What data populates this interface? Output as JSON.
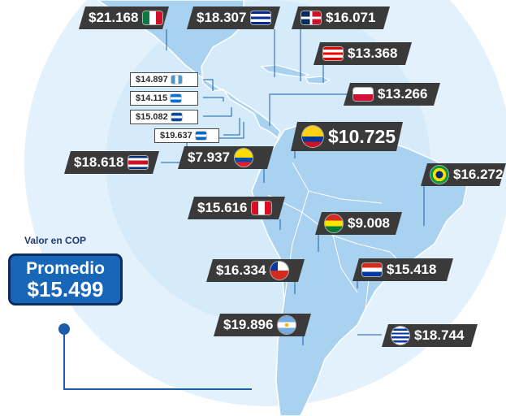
{
  "currency_caption": "Valor en COP",
  "average": {
    "title": "Promedio",
    "value": "$15.499"
  },
  "colors": {
    "ocean": "#dceefb",
    "land": "#a9d2f0",
    "border": "#ffffff",
    "label_bg": "#3a3a3a",
    "accent": "#1766b8",
    "connector": "#1b5da8"
  },
  "labels": [
    {
      "id": "mexico",
      "price": "$21.168",
      "flag": "mexico-flag",
      "flag_side": "right"
    },
    {
      "id": "cuba",
      "price": "$18.307",
      "flag": "cuba-flag",
      "flag_side": "right"
    },
    {
      "id": "dominican-republic",
      "price": "$16.071",
      "flag": "dominican-republic-flag",
      "flag_side": "left"
    },
    {
      "id": "puerto-rico",
      "price": "$13.368",
      "flag": "puerto-rico-flag",
      "flag_side": "left"
    },
    {
      "id": "panama",
      "price": "$13.266",
      "flag": "panama-flag",
      "flag_side": "left"
    },
    {
      "id": "guatemala",
      "price": "$14.897",
      "flag": "guatemala-flag",
      "flag_side": "right"
    },
    {
      "id": "honduras",
      "price": "$14.115",
      "flag": "honduras-flag",
      "flag_side": "right"
    },
    {
      "id": "el-salvador",
      "price": "$15.082",
      "flag": "el-salvador-flag",
      "flag_side": "right"
    },
    {
      "id": "nicaragua",
      "price": "$19.637",
      "flag": "nicaragua-flag",
      "flag_side": "right"
    },
    {
      "id": "costa-rica",
      "price": "$18.618",
      "flag": "costa-rica-flag",
      "flag_side": "right"
    },
    {
      "id": "ecuador",
      "price": "$7.937",
      "flag": "ecuador-flag",
      "flag_side": "right"
    },
    {
      "id": "colombia",
      "price": "$10.725",
      "flag": "colombia-flag",
      "flag_side": "left"
    },
    {
      "id": "brazil",
      "price": "$16.272",
      "flag": "brazil-flag",
      "flag_side": "left"
    },
    {
      "id": "peru",
      "price": "$15.616",
      "flag": "peru-flag",
      "flag_side": "right"
    },
    {
      "id": "bolivia",
      "price": "$9.008",
      "flag": "bolivia-flag",
      "flag_side": "left"
    },
    {
      "id": "chile",
      "price": "$16.334",
      "flag": "chile-flag",
      "flag_side": "right"
    },
    {
      "id": "paraguay",
      "price": "$15.418",
      "flag": "paraguay-flag",
      "flag_side": "left"
    },
    {
      "id": "argentina",
      "price": "$19.896",
      "flag": "argentina-flag",
      "flag_side": "right"
    },
    {
      "id": "uruguay",
      "price": "$18.744",
      "flag": "uruguay-flag",
      "flag_side": "left"
    }
  ]
}
